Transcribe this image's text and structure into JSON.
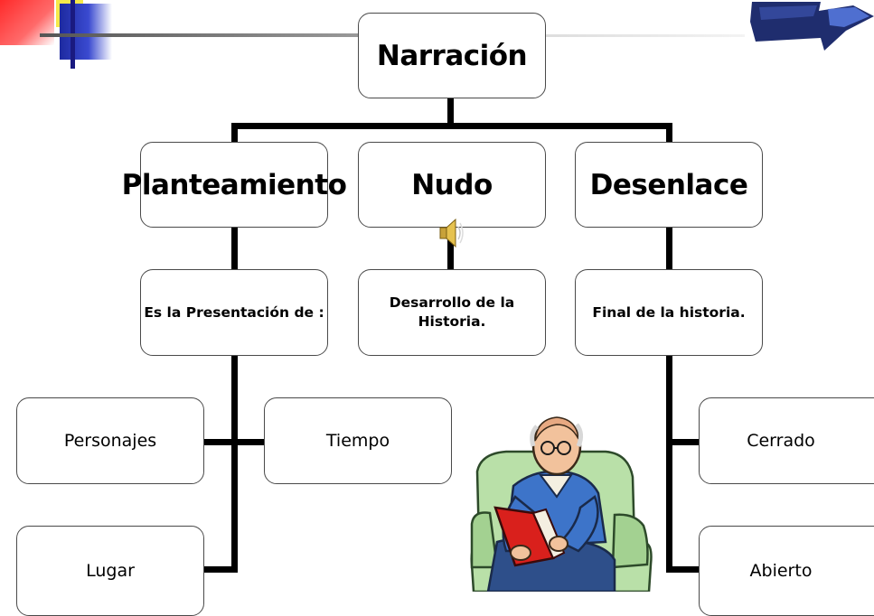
{
  "diagram": {
    "root": "Narración",
    "stages": [
      {
        "title": "Planteamiento",
        "description": "Es la Presentación de :"
      },
      {
        "title": "Nudo",
        "description": "Desarrollo de la Historia."
      },
      {
        "title": "Desenlace",
        "description": "Final de la historia."
      }
    ],
    "planteamiento_elements": [
      "Personajes",
      "Tiempo",
      "Lugar"
    ],
    "desenlace_types": [
      "Cerrado",
      "Abierto"
    ]
  },
  "decorations": {
    "speaker_icon": "speaker-icon",
    "reader_illustration": "man-reading-book-illustration",
    "arrow_logo": "blue-arrow-logo"
  },
  "colors": {
    "line": "#000000",
    "box_border": "#4a4a4a",
    "accent_blue": "#1d2aa0",
    "accent_red": "#ff2a2a",
    "accent_yellow": "#f5e94a"
  }
}
